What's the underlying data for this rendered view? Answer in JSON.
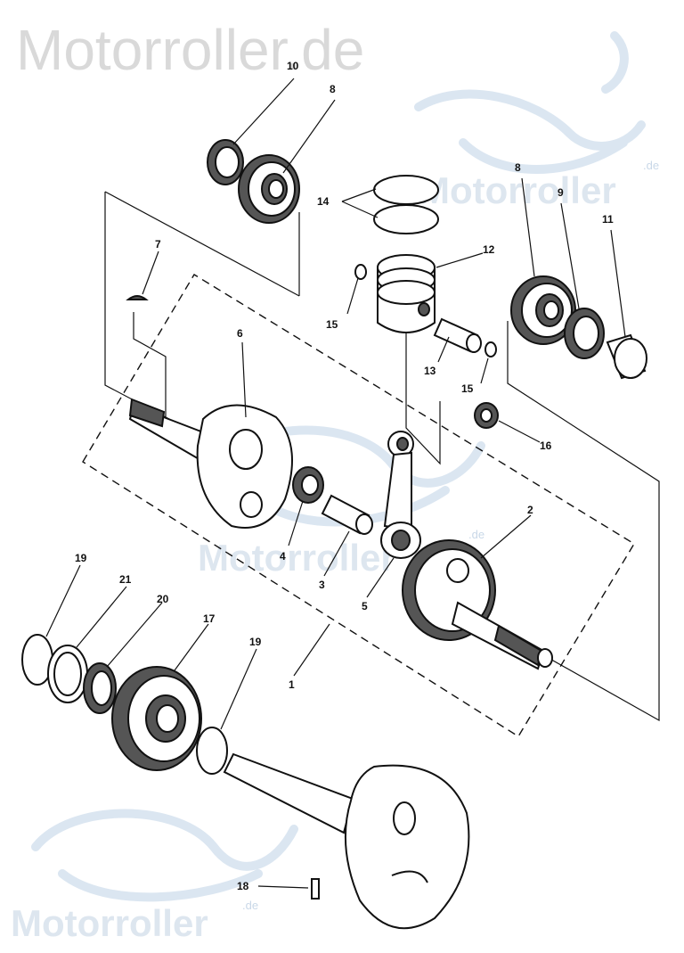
{
  "watermarks": {
    "main": "Motorroller.de",
    "mid": "Motorroller",
    "small": ".de"
  },
  "labels": {
    "p1": "1",
    "p2": "2",
    "p3": "3",
    "p4": "4",
    "p5": "5",
    "p6": "6",
    "p7": "7",
    "p8a": "8",
    "p8b": "8",
    "p9": "9",
    "p10": "10",
    "p11": "11",
    "p12": "12",
    "p13": "13",
    "p14": "14",
    "p15a": "15",
    "p15b": "15",
    "p16": "16",
    "p17": "17",
    "p18": "18",
    "p19a": "19",
    "p19b": "19",
    "p20": "20",
    "p21": "21"
  },
  "colors": {
    "ink": "#111111",
    "watermark": "#d9d9d9",
    "watermark_blue": "#dbe6f1"
  }
}
